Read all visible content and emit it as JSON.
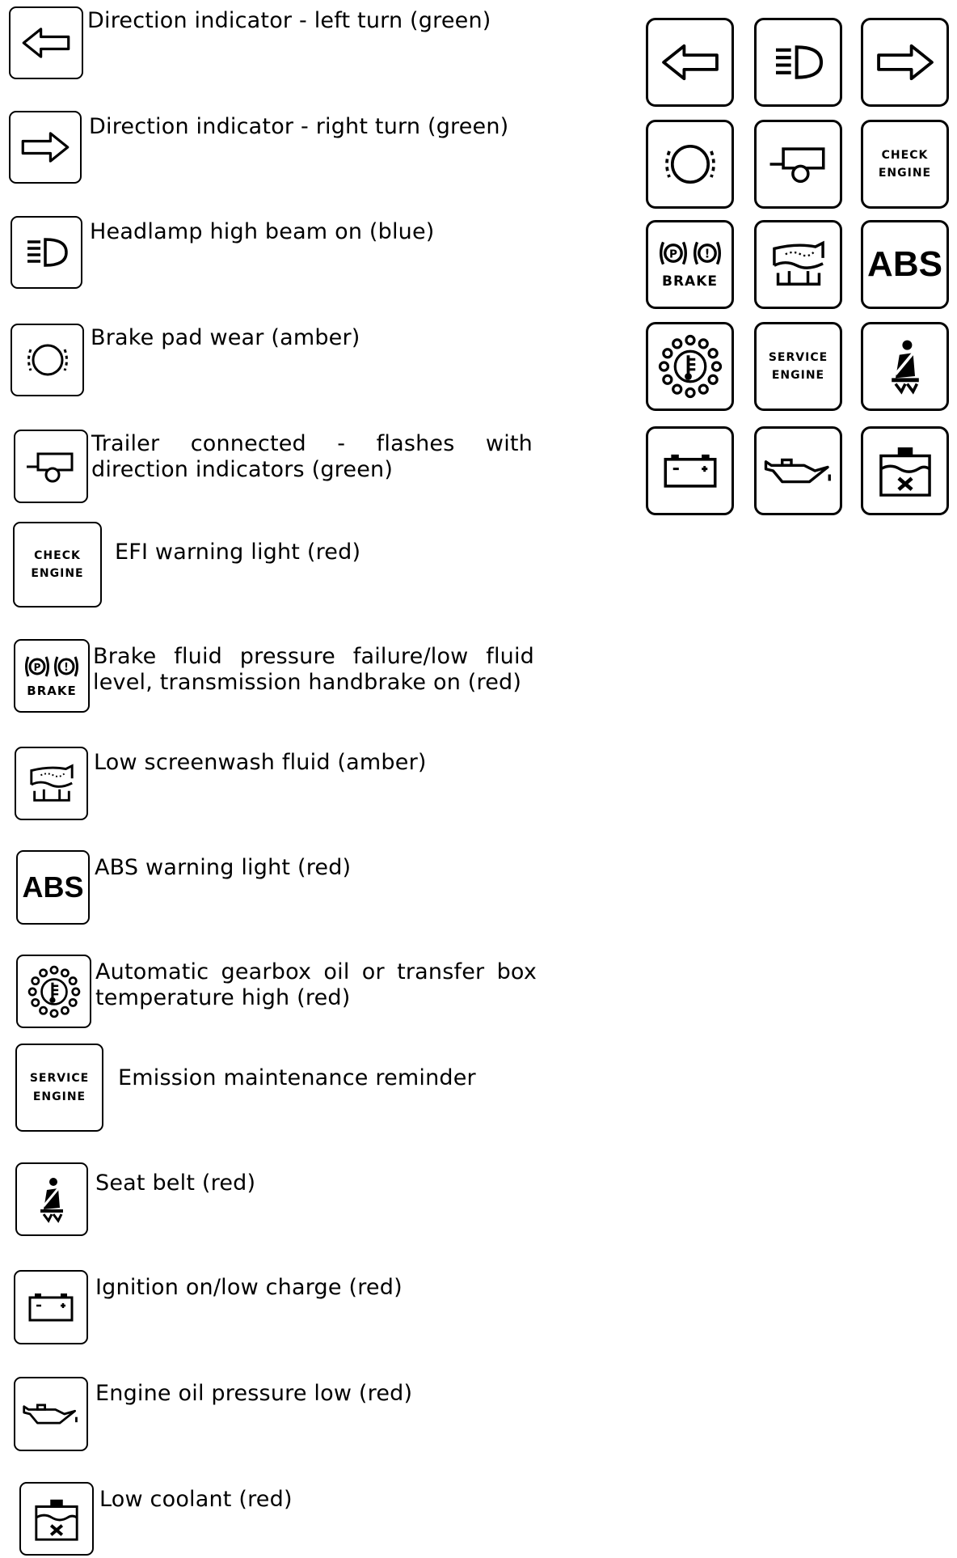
{
  "legend": [
    {
      "id": "left-turn",
      "label": "Direction indicator - left turn (green)"
    },
    {
      "id": "right-turn",
      "label": "Direction indicator - right turn (green)"
    },
    {
      "id": "high-beam",
      "label": "Headlamp high beam on (blue)"
    },
    {
      "id": "brake-pad",
      "label": "Brake pad wear (amber)"
    },
    {
      "id": "trailer",
      "label": "Trailer connected - flashes with direction indicators (green)"
    },
    {
      "id": "check-engine",
      "label": "EFI warning light (red)"
    },
    {
      "id": "brake",
      "label": "Brake fluid pressure failure/low fluid level, transmission handbrake on (red)"
    },
    {
      "id": "screenwash",
      "label": "Low screenwash fluid (amber)"
    },
    {
      "id": "abs",
      "label": "ABS warning light (red)"
    },
    {
      "id": "gearbox",
      "label": "Automatic gearbox oil or transfer box temperature high (red)"
    },
    {
      "id": "service",
      "label": "Emission maintenance reminder"
    },
    {
      "id": "seatbelt",
      "label": "Seat belt (red)"
    },
    {
      "id": "ignition",
      "label": "Ignition on/low charge (red)"
    },
    {
      "id": "oil",
      "label": "Engine oil pressure low (red)"
    },
    {
      "id": "coolant",
      "label": "Low coolant (red)"
    }
  ],
  "icon_text": {
    "check": "CHECK",
    "engine": "ENGINE",
    "service": "SERVICE",
    "brake": "BRAKE",
    "abs": "ABS",
    "p": "P",
    "excl": "!"
  }
}
